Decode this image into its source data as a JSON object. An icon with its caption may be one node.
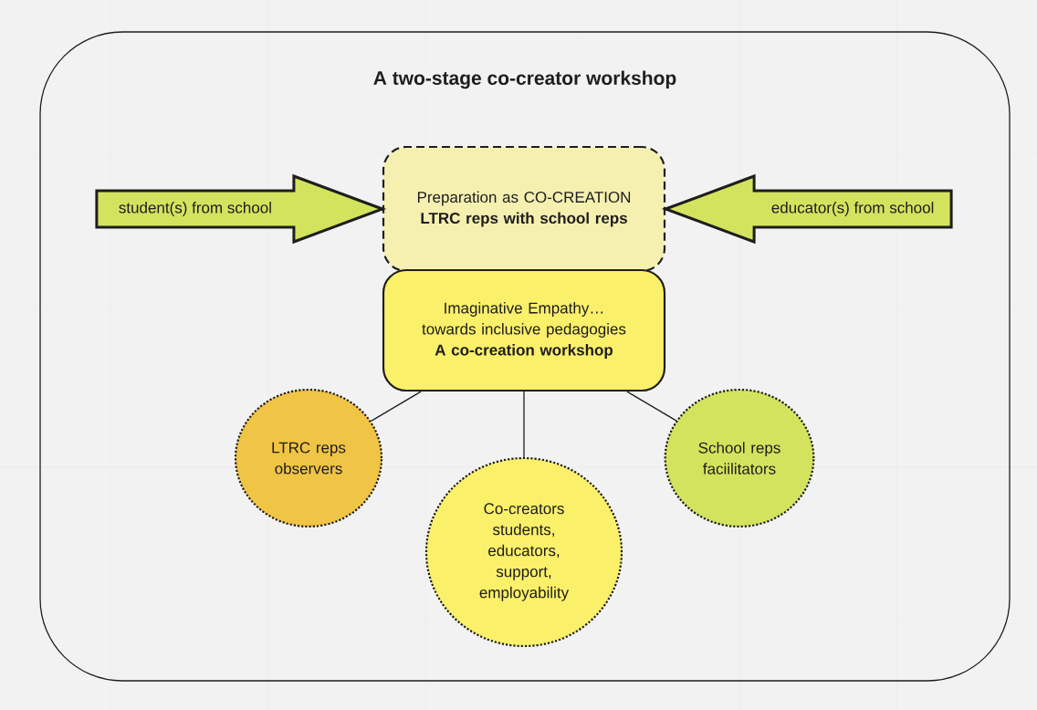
{
  "diagram": {
    "nodes": [
      {
        "text": [
          "A two-stage co-creator workshop"
        ]
      },
      {
        "text": [
          "Preparation as CO-CREATION",
          "LTRC reps with school reps"
        ],
        "in": 0
      },
      {
        "text": [
          "Imaginative Empathy… towards inclusive pedagogies",
          "A co-creation workshop"
        ],
        "in": 0
      },
      {
        "text": [
          "LTRC reps observers"
        ],
        "in": 0
      },
      {
        "text": [
          "Co-creators students, educators, support, employability"
        ],
        "in": 0
      },
      {
        "text": [
          "School reps faciilitators"
        ],
        "in": 0
      }
    ],
    "edges": [
      {
        "from": null,
        "to": 1,
        "arrow": "to",
        "label": "student(s) from school",
        "style": "thick",
        "color": "#d4e35e"
      },
      {
        "from": null,
        "to": 1,
        "arrow": "to",
        "label": "educator(s) from school",
        "style": "thick",
        "color": "#d4e35e"
      },
      {
        "from": 2,
        "to": 3,
        "arrow": "none"
      },
      {
        "from": 2,
        "to": 4,
        "arrow": "none"
      },
      {
        "from": 2,
        "to": 5,
        "arrow": "none"
      }
    ]
  }
}
